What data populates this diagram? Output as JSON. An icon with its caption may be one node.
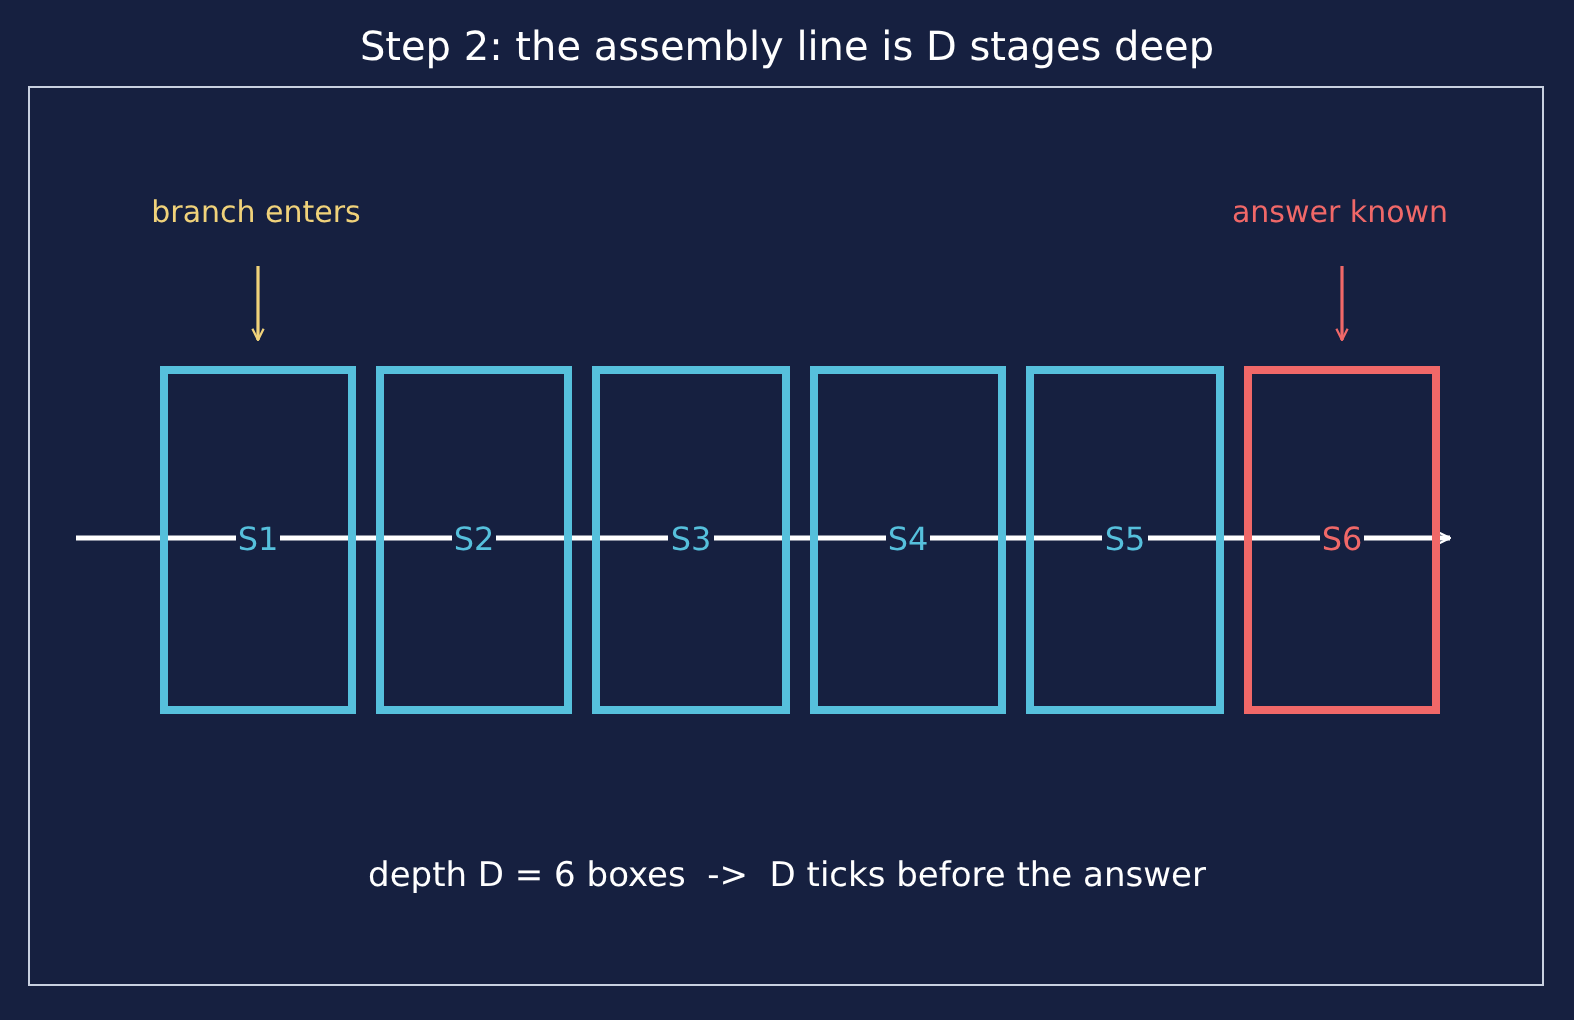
{
  "diagram": {
    "title": "Step 2: the assembly line is D stages deep",
    "nodes": [
      {
        "text": [
          "branch enters"
        ]
      },
      {
        "text": [
          "answer known"
        ]
      },
      {
        "text": [
          "S1"
        ]
      },
      {
        "text": [
          "S2"
        ]
      },
      {
        "text": [
          "S3"
        ]
      },
      {
        "text": [
          "S4"
        ]
      },
      {
        "text": [
          "S5"
        ]
      },
      {
        "text": [
          "S6"
        ]
      }
    ],
    "edges": [
      {
        "from": 0,
        "to": 2,
        "arrow": "to",
        "color": "#f0d27a"
      },
      {
        "from": 1,
        "to": 7,
        "arrow": "to",
        "color": "#f06868"
      }
    ],
    "labels": [
      "depth D = 6 boxes  ->  D ticks before the answer"
    ]
  }
}
